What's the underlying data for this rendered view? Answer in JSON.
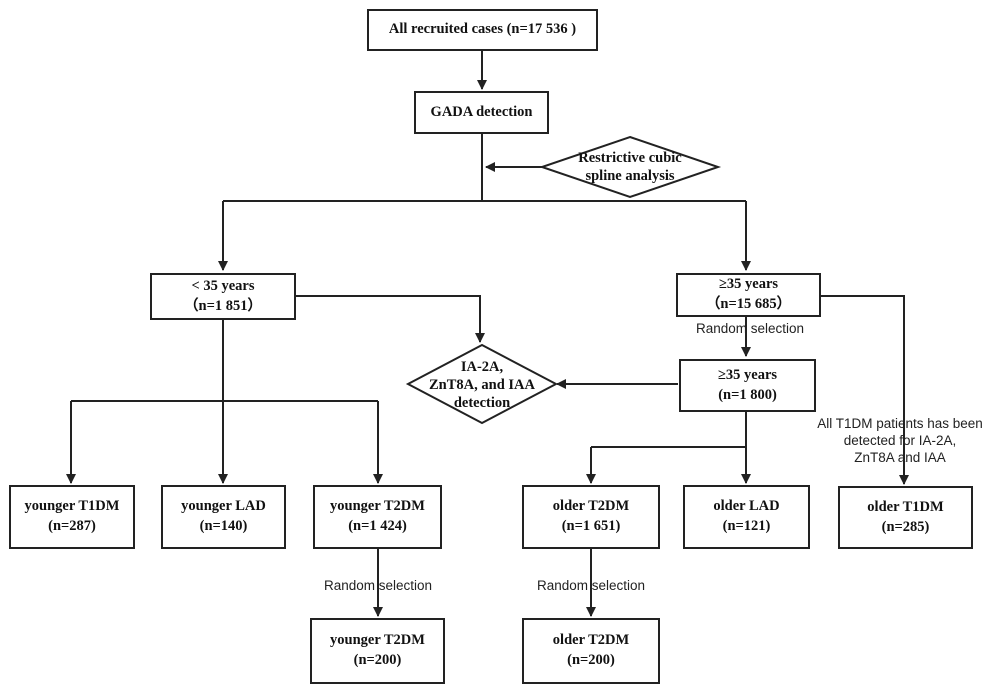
{
  "diagram": {
    "nodes": {
      "all_cases": "All recruited cases (n=17 536 )",
      "gada": "GADA detection",
      "rcs": [
        "Restrictive cubic",
        "spline analysis"
      ],
      "under35": [
        "< 35 years",
        "（n=1 851）"
      ],
      "over35": [
        "≥35 years",
        "（n=15 685）"
      ],
      "ia2a": [
        "IA-2A,",
        "ZnT8A, and IAA",
        "detection"
      ],
      "over35_sel": [
        "≥35 years",
        "(n=1 800)"
      ],
      "younger_t1dm": [
        "younger T1DM",
        "(n=287)"
      ],
      "younger_lad": [
        "younger LAD",
        "(n=140)"
      ],
      "younger_t2dm": [
        "younger T2DM",
        "(n=1 424)"
      ],
      "older_t2dm": [
        "older T2DM",
        "(n=1 651)"
      ],
      "older_lad": [
        "older LAD",
        "(n=121)"
      ],
      "older_t1dm": [
        "older T1DM",
        "(n=285)"
      ],
      "younger_t2dm_sel": [
        "younger T2DM",
        "(n=200)"
      ],
      "older_t2dm_sel": [
        "older T2DM",
        "(n=200)"
      ]
    },
    "notes": {
      "random_top": "Random selection",
      "random_younger": "Random selection",
      "random_older": "Random selection",
      "t1dm_note": [
        "All T1DM patients has been",
        "detected for IA-2A,",
        "ZnT8A and IAA"
      ]
    }
  }
}
